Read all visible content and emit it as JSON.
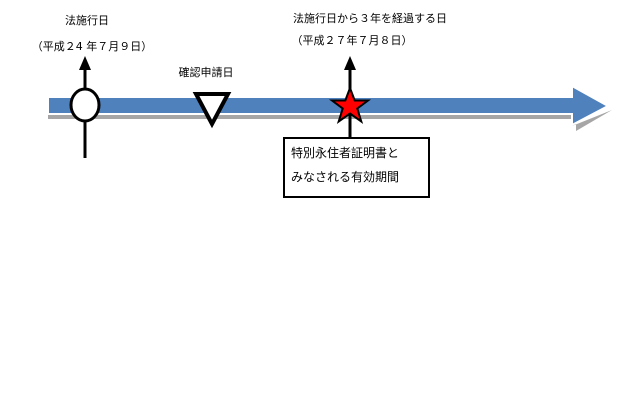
{
  "enforcement_date": {
    "title": "法施行日",
    "date": "（平成２4 年７月９日）"
  },
  "application_date": {
    "title": "確認申請日"
  },
  "three_years_date": {
    "title": "法施行日から３年を経過する日",
    "date": "（平成２７年７月８日）"
  },
  "validity_box": {
    "line1": "特別永住者証明書と",
    "line2": "みなされる有効期間"
  },
  "colors": {
    "timeline": "#4F81BD",
    "shadow": "#A6A6A6",
    "star": "#FF0000"
  }
}
